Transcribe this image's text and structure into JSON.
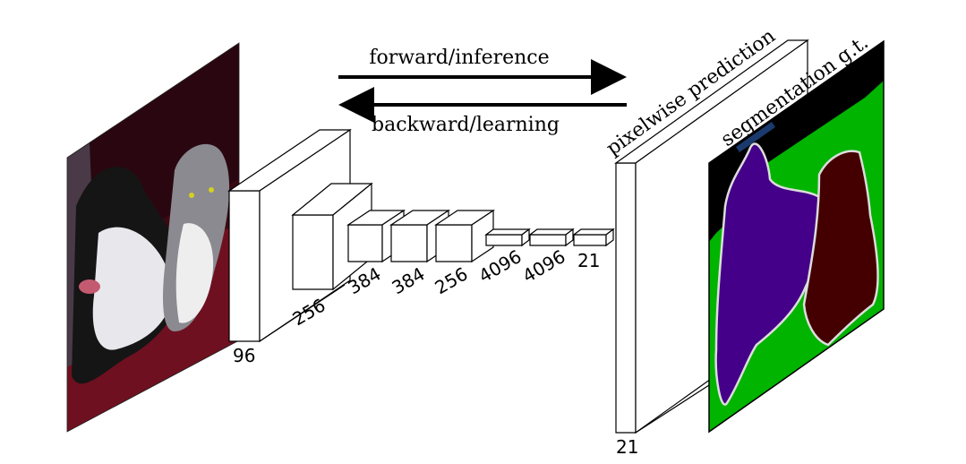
{
  "arrows": {
    "forward_label": "forward/inference",
    "backward_label": "backward/learning"
  },
  "layers": [
    {
      "label": "96"
    },
    {
      "label": "256"
    },
    {
      "label": "384"
    },
    {
      "label": "384"
    },
    {
      "label": "256"
    },
    {
      "label": "4096"
    },
    {
      "label": "4096"
    },
    {
      "label": "21"
    }
  ],
  "prediction": {
    "title": "pixelwise prediction",
    "label": "21"
  },
  "ground_truth": {
    "title": "segmentation g.t."
  },
  "colors": {
    "line": "#000000",
    "gt_background": "#00b400",
    "gt_border": "#000000",
    "dog_class": "#440088",
    "cat_class": "#440000",
    "gt_title_bar": "#1a3a6e",
    "photo_background": "#3a0a12"
  }
}
